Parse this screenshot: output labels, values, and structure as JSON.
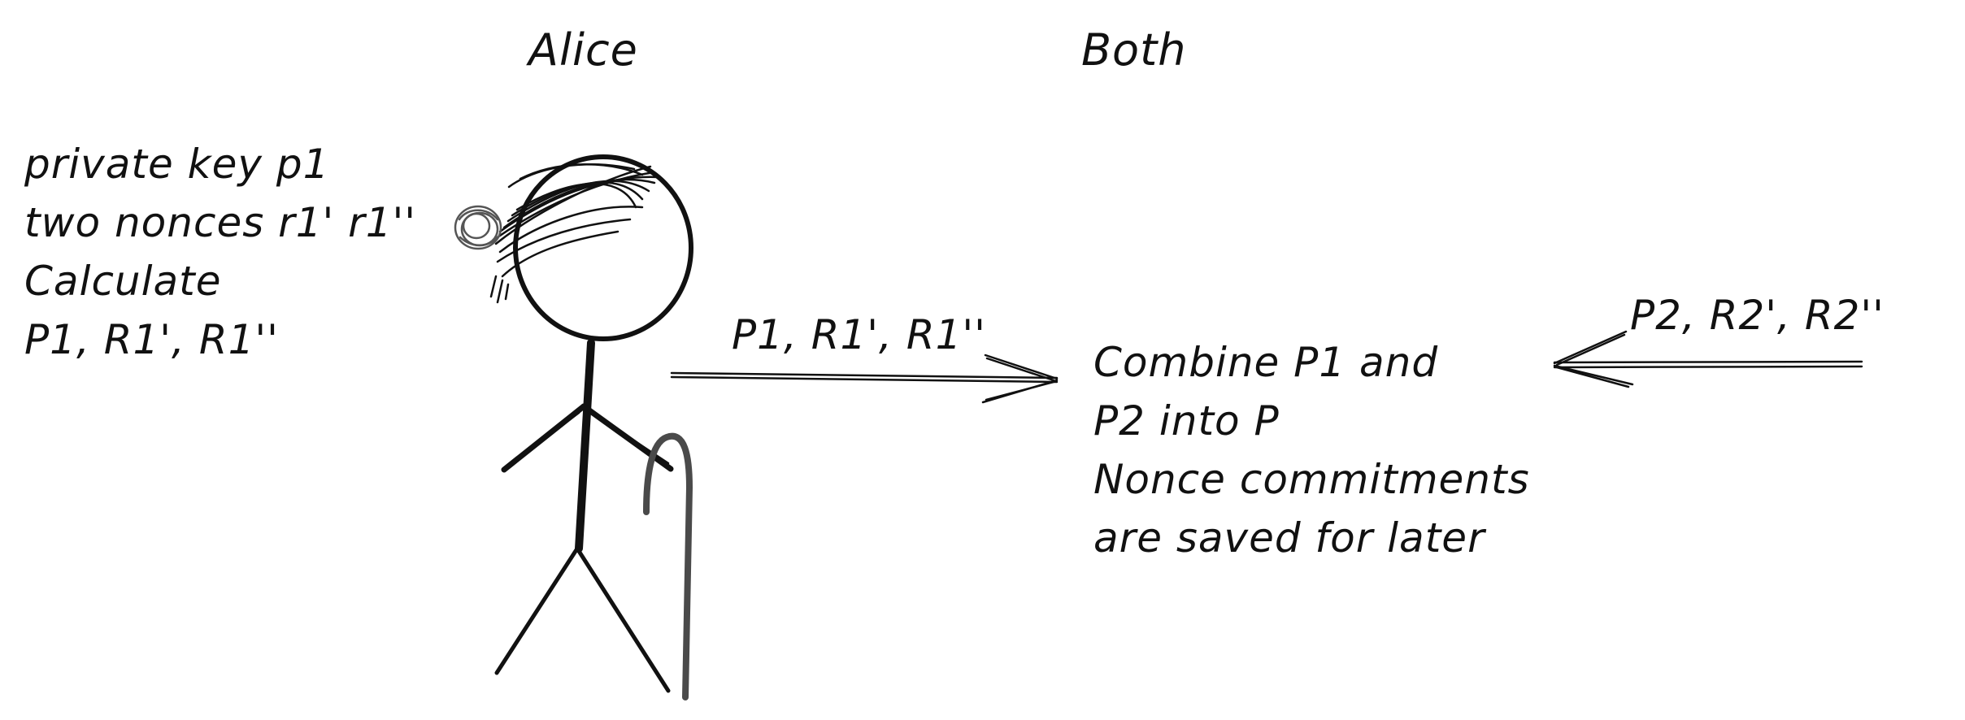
{
  "headings": {
    "alice": "Alice",
    "both": "Both"
  },
  "alice_notes": [
    "private key p1",
    "two nonces r1' r1''",
    "Calculate",
    "P1, R1', R1''"
  ],
  "arrow_labels": {
    "from_alice": "P1, R1', R1''",
    "from_bob": "P2, R2', R2''"
  },
  "both_notes": [
    "Combine P1 and",
    "P2 into P",
    "Nonce commitments",
    "are saved for later"
  ],
  "colors": {
    "ink": "#111111",
    "cane": "#4a4a4a",
    "hair_bun": "#555555"
  }
}
